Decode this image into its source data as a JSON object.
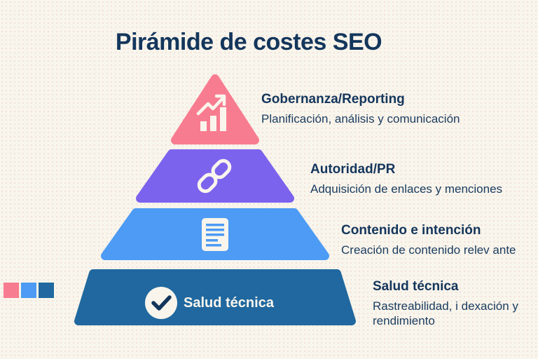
{
  "title": "Pirámide de costes SEO",
  "colors": {
    "background": "#F8F5EC",
    "text": "#14365C",
    "icon_cream": "#FAF5EC"
  },
  "levels": [
    {
      "name": "gobernanza-reporting",
      "title": "Gobernanza/Reporting",
      "subtitle": "Planificación, análisis y comunicación",
      "color": "#F87C90",
      "icon": "chart-growth-icon"
    },
    {
      "name": "autoridad-pr",
      "title": "Autoridad/PR",
      "subtitle": "Adquisición de enlaces y menciones",
      "color": "#7B63EE",
      "icon": "link-icon"
    },
    {
      "name": "contenido-intencion",
      "title": "Contenido e intención",
      "subtitle": "Creación de contenido relev ante",
      "color": "#4D9BF4",
      "icon": "document-icon"
    },
    {
      "name": "salud-tecnica",
      "title": "Salud técnica",
      "subtitle": "Rastreabilidad, i dexación y rendimiento",
      "color": "#20689F",
      "icon": "check-icon",
      "inner_label": "Salud técnica"
    }
  ],
  "legend": {
    "swatches": [
      {
        "name": "pink",
        "color": "#F87C90"
      },
      {
        "name": "light-blue",
        "color": "#4D9BF4"
      },
      {
        "name": "dark-blue",
        "color": "#20689F"
      }
    ]
  }
}
